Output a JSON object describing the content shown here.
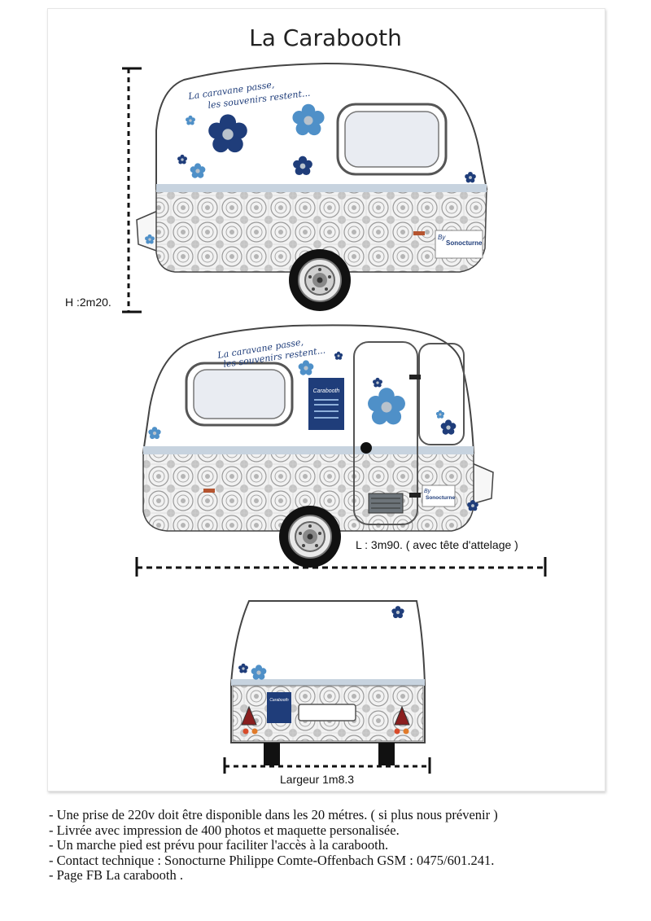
{
  "title": "La Carabooth",
  "slogan": {
    "line1": "La caravane passe,",
    "line2": "les souvenirs restent..."
  },
  "dimensions": {
    "height": "H :2m20.",
    "length": "L : 3m90. ( avec tête d'attelage )",
    "width": "Largeur  1m8.3"
  },
  "sign": {
    "title": "Carabooth"
  },
  "brand": {
    "by": "By",
    "name": "Sonocturne"
  },
  "notes": [
    "- Une prise de 220v doit être disponible dans les 20 métres. ( si plus nous prévenir )",
    "- Livrée avec impression de 400 photos et maquette personalisée.",
    "- Un marche pied est prévu pour faciliter l'accès à la carabooth.",
    "- Contact technique  : Sonocturne Philippe Comte-Offenbach  GSM :  0475/601.241.",
    "- Page FB La carabooth ."
  ],
  "colors": {
    "navy": "#1f3d7a",
    "light_blue": "#4f90c8",
    "grey_band": "#c7d3df",
    "tile": "#bdbdbd"
  }
}
